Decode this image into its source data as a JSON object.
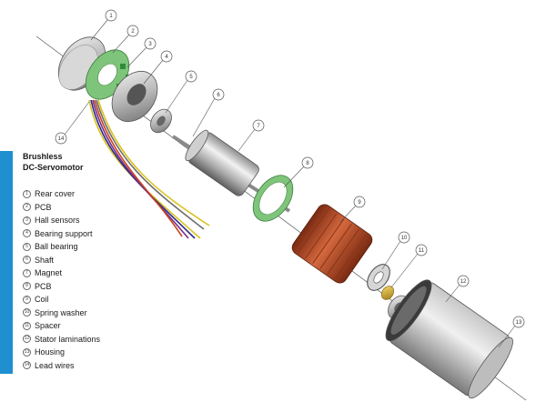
{
  "title": "Brushless\nDC-Servomotor",
  "accent_color": "#1f8fd0",
  "parts": [
    {
      "num": "1",
      "label": "Rear cover"
    },
    {
      "num": "2",
      "label": "PCB"
    },
    {
      "num": "3",
      "label": "Hall sensors"
    },
    {
      "num": "4",
      "label": "Bearing support"
    },
    {
      "num": "5",
      "label": "Ball bearing"
    },
    {
      "num": "6",
      "label": "Shaft"
    },
    {
      "num": "7",
      "label": "Magnet"
    },
    {
      "num": "8",
      "label": "PCB"
    },
    {
      "num": "9",
      "label": "Coil"
    },
    {
      "num": "10",
      "label": "Spring washer"
    },
    {
      "num": "11",
      "label": "Spacer"
    },
    {
      "num": "12",
      "label": "Stator laminations"
    },
    {
      "num": "13",
      "label": "Housing"
    },
    {
      "num": "14",
      "label": "Lead wires"
    }
  ],
  "callouts": {
    "c1": "1",
    "c2": "2",
    "c3": "3",
    "c4": "4",
    "c5": "5",
    "c6": "6",
    "c7": "7",
    "c8": "8",
    "c9": "9",
    "c10": "10",
    "c11": "11",
    "c12": "12",
    "c13": "13",
    "c14": "14"
  }
}
